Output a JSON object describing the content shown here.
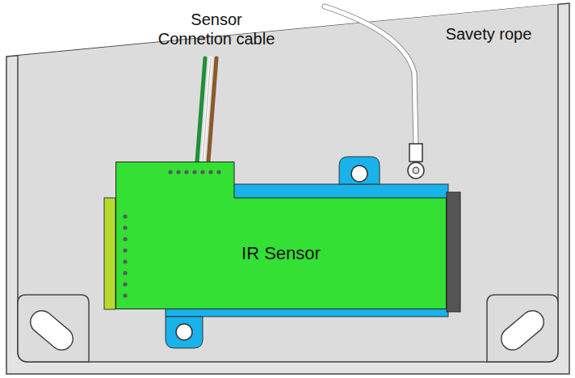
{
  "diagram": {
    "nodes": [
      {
        "text": [
          "IR Sensor"
        ]
      }
    ],
    "labels": [
      "Sensor Connetion cable",
      "Savety rope"
    ]
  }
}
